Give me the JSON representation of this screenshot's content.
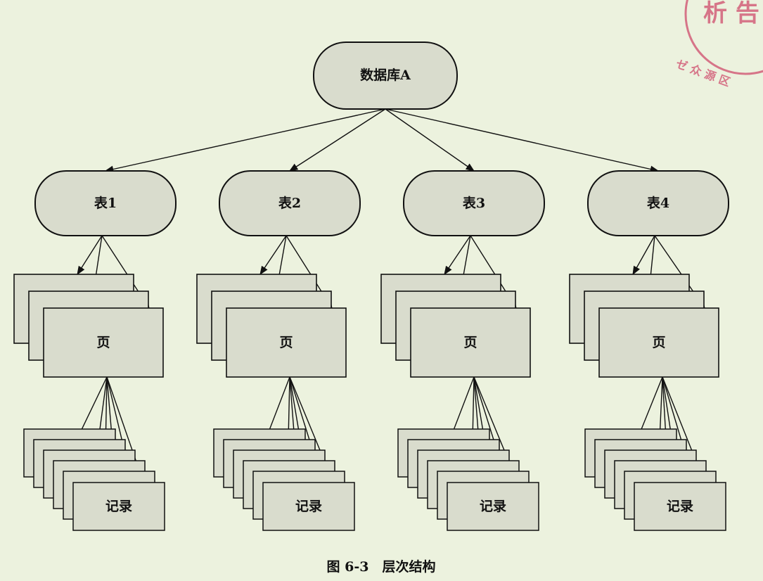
{
  "diagram": {
    "root": {
      "label": "数据库A"
    },
    "tables": [
      {
        "label": "表1",
        "page_label": "页",
        "record_label": "记录"
      },
      {
        "label": "表2",
        "page_label": "页",
        "record_label": "记录"
      },
      {
        "label": "表3",
        "page_label": "页",
        "record_label": "记录"
      },
      {
        "label": "表4",
        "page_label": "页",
        "record_label": "记录"
      }
    ],
    "caption": "图 6-3　层次结构"
  },
  "colors": {
    "background": "#ecf2de",
    "node_fill": "#d9dccd",
    "stroke": "#111111",
    "stamp": "#d3607a"
  }
}
